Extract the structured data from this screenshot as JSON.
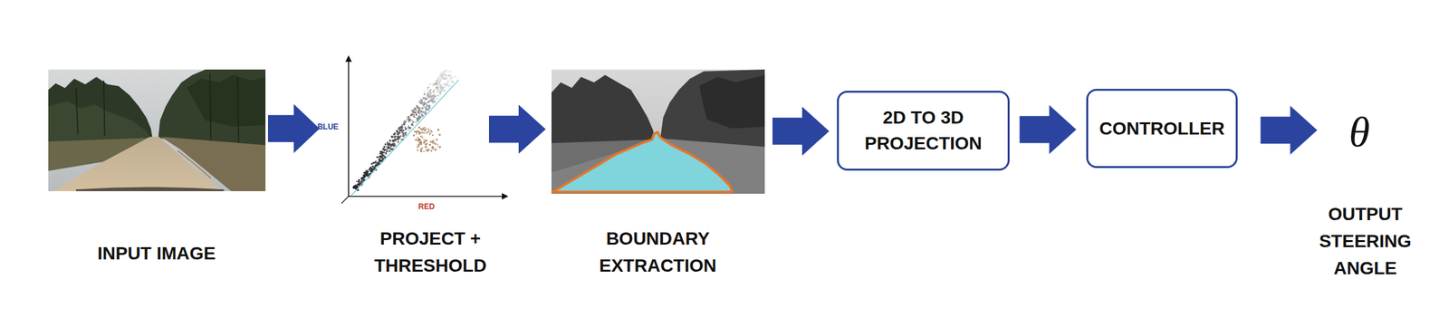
{
  "diagram": {
    "nodes": [
      {
        "text": [
          "INPUT IMAGE"
        ]
      },
      {
        "text": [
          "PROJECT + THRESHOLD"
        ]
      },
      {
        "text": [
          "BOUNDARY EXTRACTION"
        ]
      },
      {
        "text": [
          "2D TO 3D PROJECTION"
        ]
      },
      {
        "text": [
          "CONTROLLER"
        ]
      },
      {
        "text": [
          "θ",
          "OUTPUT STEERING ANGLE"
        ]
      }
    ],
    "edges": [
      {
        "from": 0,
        "to": 1,
        "arrow": "to"
      },
      {
        "from": 1,
        "to": 2,
        "arrow": "to"
      },
      {
        "from": 2,
        "to": 3,
        "arrow": "to"
      },
      {
        "from": 3,
        "to": 4,
        "arrow": "to"
      },
      {
        "from": 4,
        "to": 5,
        "arrow": "to"
      }
    ],
    "labels": [
      "BLUE",
      "RED"
    ]
  }
}
